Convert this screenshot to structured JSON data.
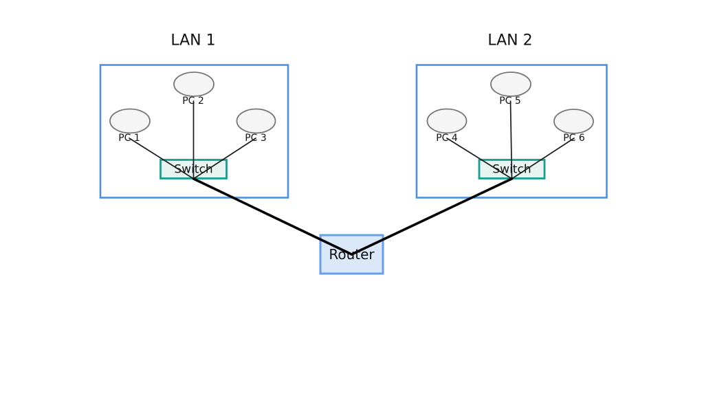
{
  "diagram": {
    "type": "network-topology",
    "background": "#ffffff",
    "lans": [
      {
        "title": "LAN 1",
        "switch_label": "Switch",
        "pc_labels": [
          "PC 1",
          "PC 2",
          "PC 3"
        ]
      },
      {
        "title": "LAN 2",
        "switch_label": "Switch",
        "pc_labels": [
          "PC 4",
          "PC 5",
          "PC 6"
        ]
      }
    ],
    "router_label": "Router",
    "edges": [
      {
        "from": "PC 1",
        "to": "Switch (LAN 1)",
        "style": "thin"
      },
      {
        "from": "PC 2",
        "to": "Switch (LAN 1)",
        "style": "thin"
      },
      {
        "from": "PC 3",
        "to": "Switch (LAN 1)",
        "style": "thin"
      },
      {
        "from": "PC 4",
        "to": "Switch (LAN 2)",
        "style": "thin"
      },
      {
        "from": "PC 5",
        "to": "Switch (LAN 2)",
        "style": "thin"
      },
      {
        "from": "PC 6",
        "to": "Switch (LAN 2)",
        "style": "thin"
      },
      {
        "from": "Switch (LAN 1)",
        "to": "Router",
        "style": "thick"
      },
      {
        "from": "Switch (LAN 2)",
        "to": "Router",
        "style": "thick"
      }
    ],
    "colors": {
      "text": "#111111",
      "lan_border": "#4f8fe0",
      "switch_border": "#14a08e",
      "switch_fill": "#e7f4f2",
      "router_border": "#66a0e8",
      "router_fill": "#dbe8fa",
      "pc_fill": "#f5f5f5",
      "pc_border": "#757575",
      "edge_thin": "#1a1a1a",
      "edge_thick": "#000000"
    }
  }
}
